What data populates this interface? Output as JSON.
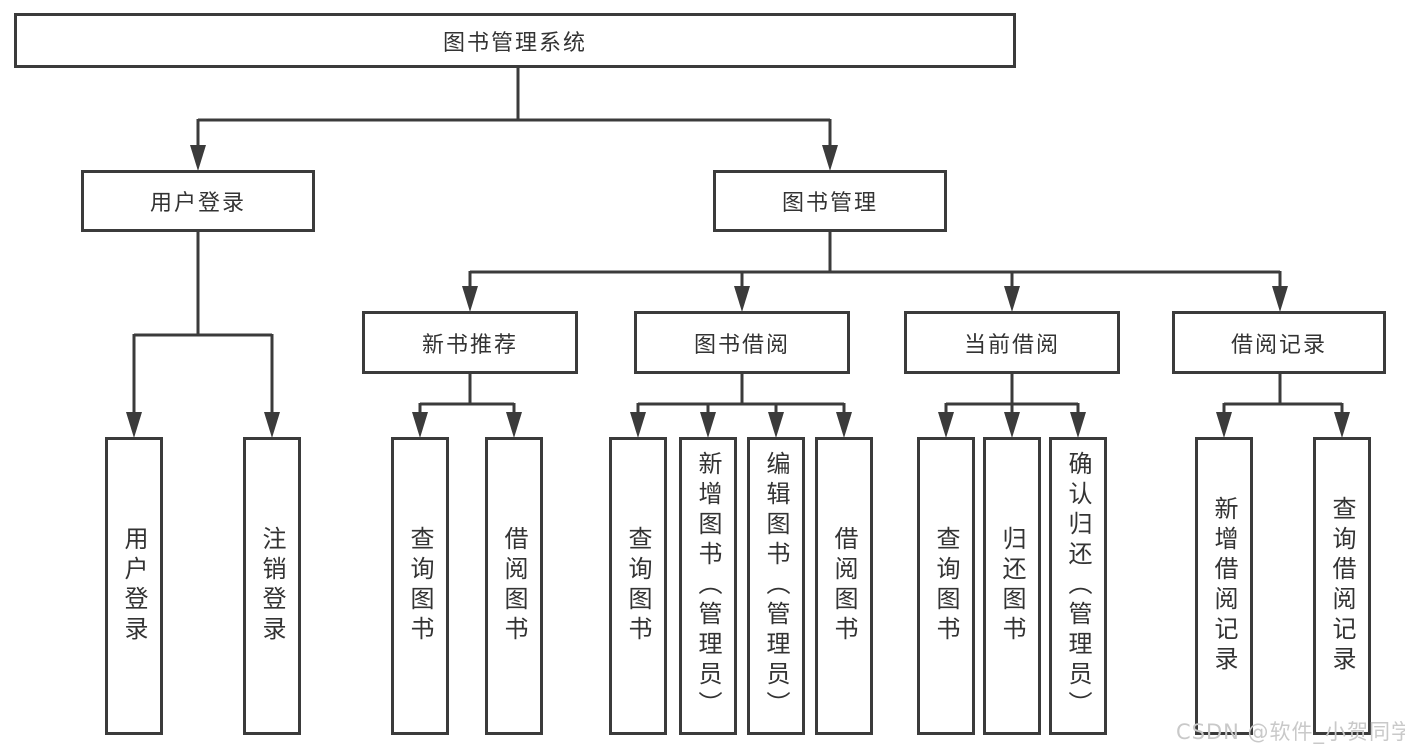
{
  "colors": {
    "line": "#3b3b3b",
    "text": "#333333",
    "background": "#ffffff",
    "watermark": "#c9c9c9"
  },
  "tree": {
    "root": {
      "label": "图书管理系统"
    },
    "user_login": {
      "label": "用户登录",
      "children": [
        {
          "label": "用户登录"
        },
        {
          "label": "注销登录"
        }
      ]
    },
    "book_management": {
      "label": "图书管理",
      "sections": [
        {
          "label": "新书推荐",
          "children": [
            {
              "label": "查询图书"
            },
            {
              "label": "借阅图书"
            }
          ]
        },
        {
          "label": "图书借阅",
          "children": [
            {
              "label": "查询图书"
            },
            {
              "label": "新增图书（管理员）"
            },
            {
              "label": "编辑图书（管理员）"
            },
            {
              "label": "借阅图书"
            }
          ]
        },
        {
          "label": "当前借阅",
          "children": [
            {
              "label": "查询图书"
            },
            {
              "label": "归还图书"
            },
            {
              "label": "确认归还（管理员）"
            }
          ]
        },
        {
          "label": "借阅记录",
          "children": [
            {
              "label": "新增借阅记录"
            },
            {
              "label": "查询借阅记录"
            }
          ]
        }
      ]
    }
  },
  "watermark": {
    "text": "CSDN @软件_小贺同学"
  }
}
